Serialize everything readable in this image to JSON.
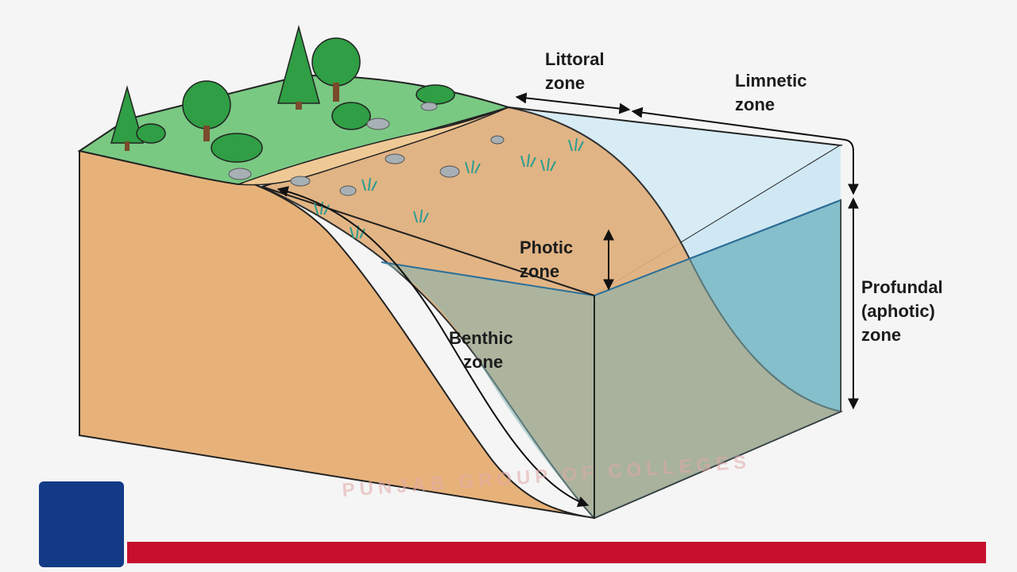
{
  "diagram": {
    "labels": {
      "littoral": [
        "Littoral",
        "zone"
      ],
      "limnetic": [
        "Limnetic",
        "zone"
      ],
      "photic": [
        "Photic",
        "zone"
      ],
      "benthic": [
        "Benthic",
        "zone"
      ],
      "profundal": [
        "Profundal",
        "(aphotic)",
        "zone"
      ]
    },
    "watermark": "PUNJAB GROUP OF COLLEGES"
  },
  "colors": {
    "soil": "#e7b27a",
    "grass": "#79c983",
    "water_light": "#d7ecf5",
    "water_deep": "#8ccfe9",
    "brand_blue": "#123a86",
    "brand_red": "#c8102e"
  },
  "icons": [
    "tree-icon",
    "bush-icon",
    "rock-icon",
    "reed-icon",
    "double-arrow-icon"
  ]
}
